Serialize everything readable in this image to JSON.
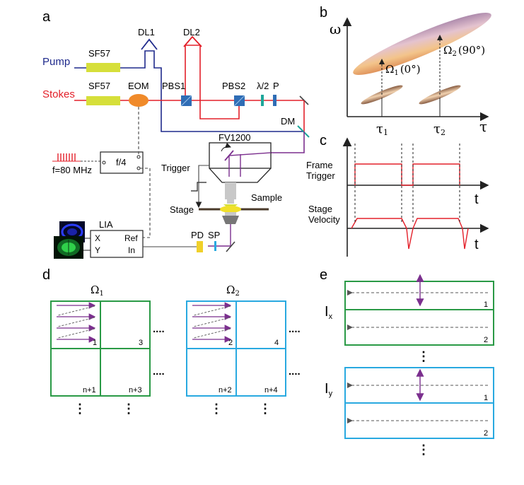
{
  "panels": {
    "a": "a",
    "b": "b",
    "c": "c",
    "d": "d",
    "e": "e"
  },
  "panel_a": {
    "pump": "Pump",
    "stokes": "Stokes",
    "sf57_pump": "SF57",
    "sf57_stokes": "SF57",
    "eom": "EOM",
    "dl1": "DL1",
    "dl2": "DL2",
    "pbs1": "PBS1",
    "pbs2": "PBS2",
    "halfwave": "λ/2",
    "polarizer": "P",
    "dm": "DM",
    "freq": "f=80 MHz",
    "divider": "f/4",
    "fv1200": "FV1200",
    "trigger": "Trigger",
    "stage": "Stage",
    "sample": "Sample",
    "lia": "LIA",
    "lia_x": "X",
    "lia_y": "Y",
    "lia_ref": "Ref",
    "lia_in": "In",
    "pd": "PD",
    "sp": "SP"
  },
  "panel_b": {
    "yaxis": "ω",
    "xaxis": "τ",
    "omega1": "Ω",
    "omega1_sub": "1",
    "omega1_angle": "(0°)",
    "omega2": "Ω",
    "omega2_sub": "2",
    "omega2_angle": "(90°)",
    "tau1": "τ",
    "tau1_sub": "1",
    "tau2": "τ",
    "tau2_sub": "2"
  },
  "panel_c": {
    "frame_trigger_l1": "Frame",
    "frame_trigger_l2": "Trigger",
    "stage_velocity_l1": "Stage",
    "stage_velocity_l2": "Velocity",
    "t1": "t",
    "t2": "t"
  },
  "panel_d": {
    "omega1": "Ω",
    "omega1_sub": "1",
    "omega2": "Ω",
    "omega2_sub": "2",
    "grid1_cells": [
      "1",
      "3",
      "n+1",
      "n+3"
    ],
    "grid2_cells": [
      "2",
      "4",
      "n+2",
      "n+4"
    ],
    "ellipsis_h": "....",
    "ellipsis_v": "⋮"
  },
  "panel_e": {
    "ix": "I",
    "ix_sub": "x",
    "iy": "I",
    "iy_sub": "y",
    "rows": [
      "1",
      "2",
      "1",
      "2"
    ],
    "ellipsis_v": "⋮"
  },
  "colors": {
    "pump": "#1f2a8c",
    "stokes": "#e3202a",
    "purple": "#7b2f8e",
    "green": "#2a9a46",
    "cyan": "#29a9e0",
    "yellow": "#d6df3a",
    "blue_optic": "#2f6db5"
  }
}
